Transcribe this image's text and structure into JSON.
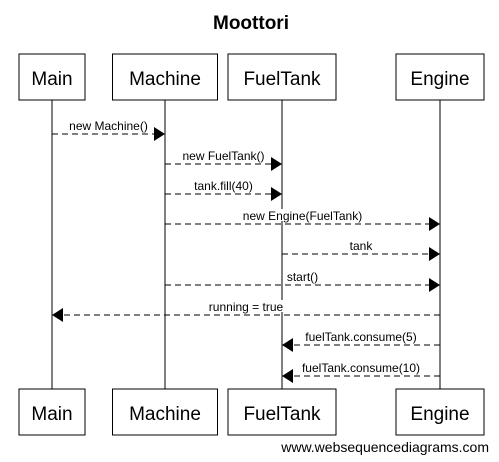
{
  "diagram": {
    "title": "Moottori",
    "footer": "www.websequencediagrams.com",
    "participants": [
      {
        "id": "main",
        "label": "Main"
      },
      {
        "id": "machine",
        "label": "Machine"
      },
      {
        "id": "fueltank",
        "label": "FuelTank"
      },
      {
        "id": "engine",
        "label": "Engine"
      }
    ],
    "messages": [
      {
        "from": "main",
        "to": "machine",
        "label": "new Machine()"
      },
      {
        "from": "machine",
        "to": "fueltank",
        "label": "new FuelTank()"
      },
      {
        "from": "machine",
        "to": "fueltank",
        "label": "tank.fill(40)"
      },
      {
        "from": "machine",
        "to": "engine",
        "label": "new Engine(FuelTank)"
      },
      {
        "from": "fueltank",
        "to": "engine",
        "label": "tank"
      },
      {
        "from": "machine",
        "to": "engine",
        "label": "start()"
      },
      {
        "from": "engine",
        "to": "main",
        "label": "running = true"
      },
      {
        "from": "engine",
        "to": "fueltank",
        "label": "fuelTank.consume(5)"
      },
      {
        "from": "engine",
        "to": "fueltank",
        "label": "fuelTank.consume(10)"
      }
    ]
  }
}
